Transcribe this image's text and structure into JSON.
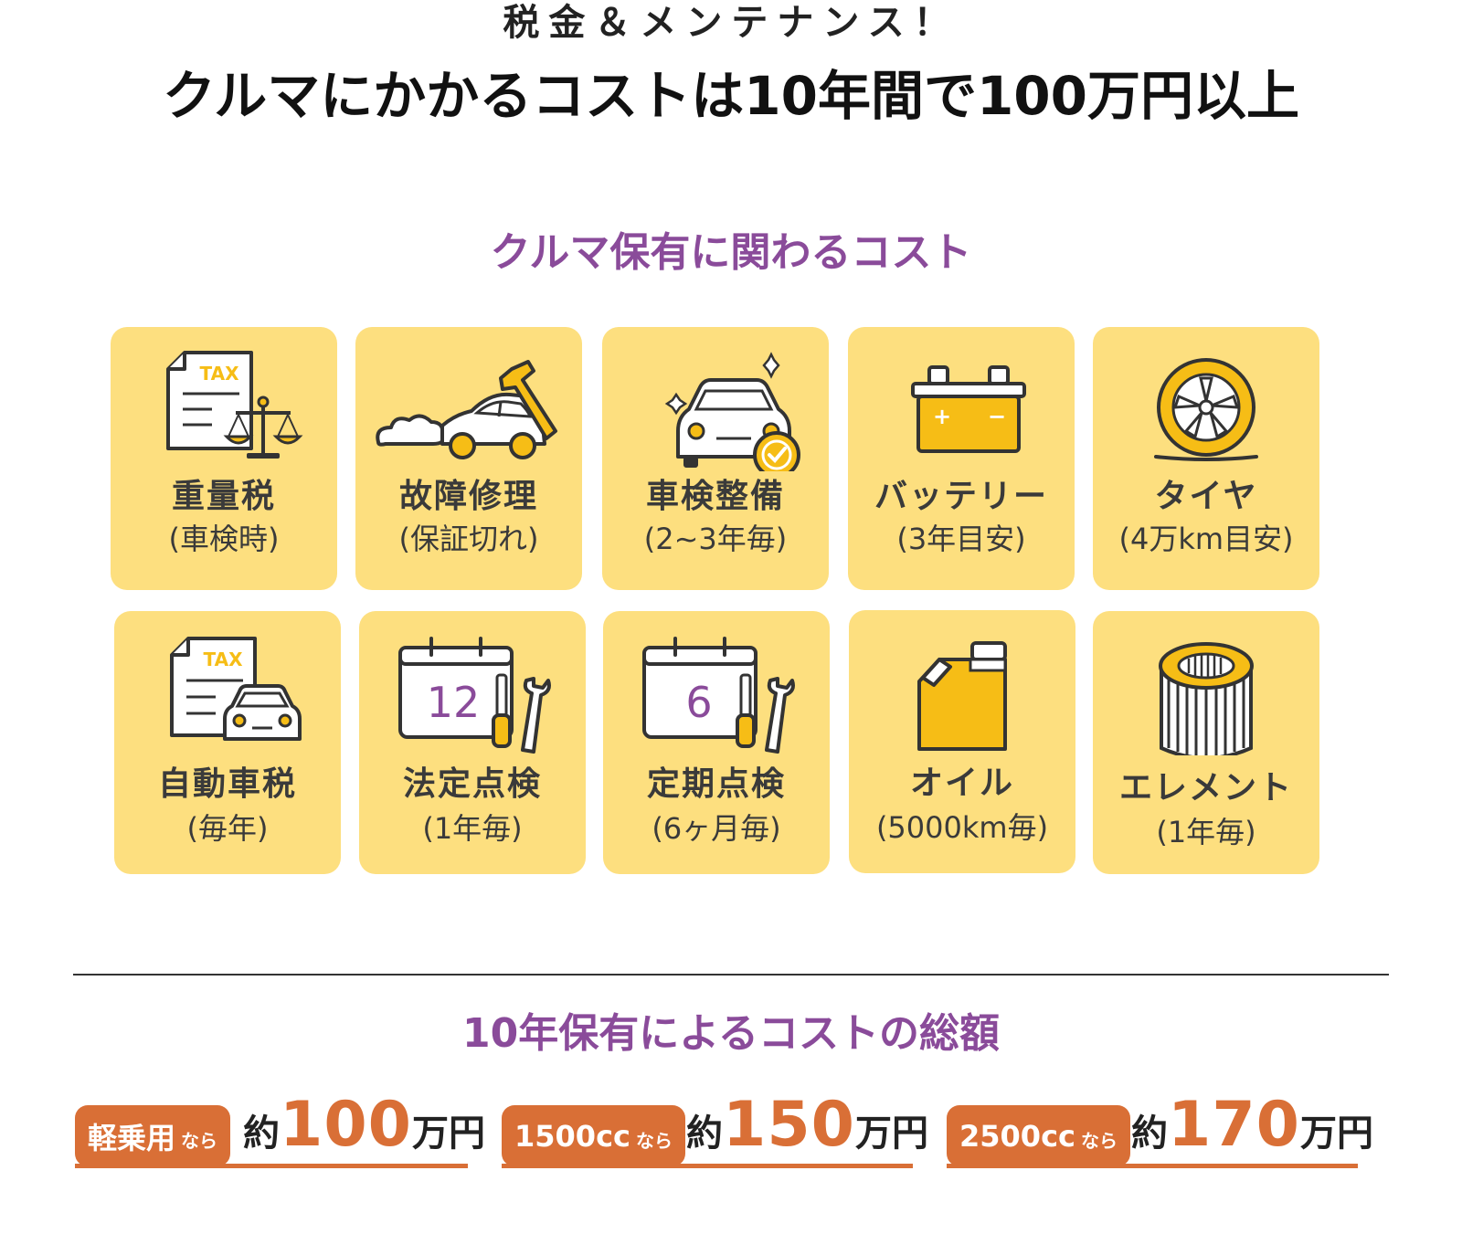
{
  "header": {
    "line1": "税金＆メンテナンス！",
    "line2": "クルマにかかるコストは10年間で100万円以上"
  },
  "section1": {
    "title": "クルマ保有に関わるコスト"
  },
  "cards": [
    {
      "label": "重量税",
      "sub": "(車検時)",
      "icon": "tax-document-scale-icon"
    },
    {
      "label": "故障修理",
      "sub": "(保証切れ)",
      "icon": "broken-car-wrench-icon"
    },
    {
      "label": "車検整備",
      "sub": "(2~3年毎)",
      "icon": "shiny-car-check-icon"
    },
    {
      "label": "バッテリー",
      "sub": "(3年目安)",
      "icon": "battery-icon"
    },
    {
      "label": "タイヤ",
      "sub": "(4万km目安)",
      "icon": "tire-icon"
    },
    {
      "label": "自動車税",
      "sub": "(毎年)",
      "icon": "tax-document-car-icon"
    },
    {
      "label": "法定点検",
      "sub": "(1年毎)",
      "icon": "calendar-12-tools-icon",
      "calendar_number": "12"
    },
    {
      "label": "定期点検",
      "sub": "(6ヶ月毎)",
      "icon": "calendar-6-tools-icon",
      "calendar_number": "6"
    },
    {
      "label": "オイル",
      "sub": "(5000km毎)",
      "icon": "oil-can-icon"
    },
    {
      "label": "エレメント",
      "sub": "(1年毎)",
      "icon": "oil-filter-element-icon"
    }
  ],
  "icon_text": {
    "tax": "TAX",
    "plus": "+",
    "minus": "−"
  },
  "section2": {
    "title": "10年保有によるコストの総額"
  },
  "costs": [
    {
      "category": "軽乗用",
      "suffix": "なら",
      "about": "約",
      "amount": "100",
      "unit": "万円"
    },
    {
      "category": "1500cc",
      "suffix": "なら",
      "about": "約",
      "amount": "150",
      "unit": "万円"
    },
    {
      "category": "2500cc",
      "suffix": "なら",
      "about": "約",
      "amount": "170",
      "unit": "万円"
    }
  ],
  "colors": {
    "card_bg": "#fddf7f",
    "accent_purple": "#8a4b9a",
    "accent_orange": "#d96f36",
    "icon_yellow": "#f6bd16",
    "icon_outline": "#333333"
  }
}
